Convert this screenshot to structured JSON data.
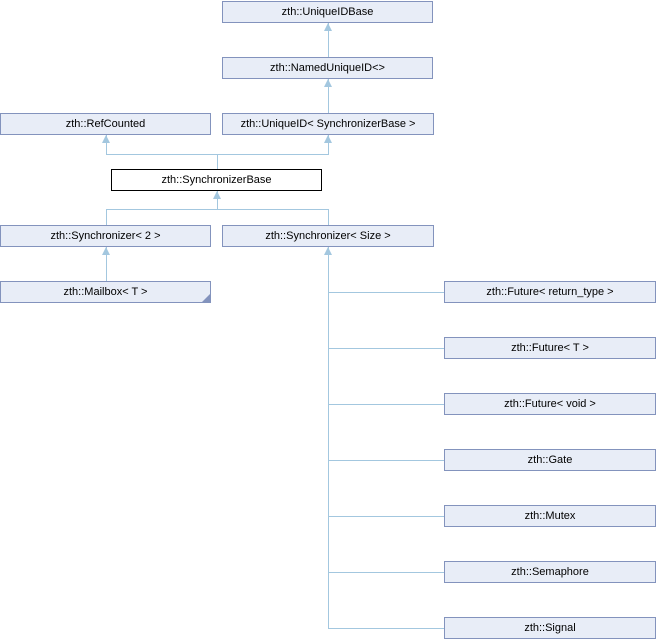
{
  "diagram": {
    "kind": "class-inheritance-graph",
    "colors": {
      "node_fill": "#e8edf7",
      "node_border": "#8393bd",
      "highlight_fill": "#ffffff",
      "highlight_border": "#000000",
      "edge": "#a3c7df",
      "text": "#000000",
      "background": "#ffffff",
      "fold_corner": "#8393bd"
    },
    "nodes": [
      {
        "id": "unique-id-base",
        "label": "zth::UniqueIDBase"
      },
      {
        "id": "named-unique-id",
        "label": "zth::NamedUniqueID<>"
      },
      {
        "id": "ref-counted",
        "label": "zth::RefCounted"
      },
      {
        "id": "unique-id-synchronizer-base",
        "label": "zth::UniqueID< SynchronizerBase >"
      },
      {
        "id": "synchronizer-base",
        "label": "zth::SynchronizerBase",
        "highlighted": true
      },
      {
        "id": "synchronizer-2",
        "label": "zth::Synchronizer< 2 >"
      },
      {
        "id": "synchronizer-size",
        "label": "zth::Synchronizer< Size >"
      },
      {
        "id": "mailbox-t",
        "label": "zth::Mailbox< T >",
        "truncated": true
      },
      {
        "id": "future-return-type",
        "label": "zth::Future< return_type >"
      },
      {
        "id": "future-t",
        "label": "zth::Future< T >"
      },
      {
        "id": "future-void",
        "label": "zth::Future< void >"
      },
      {
        "id": "gate",
        "label": "zth::Gate"
      },
      {
        "id": "mutex",
        "label": "zth::Mutex"
      },
      {
        "id": "semaphore",
        "label": "zth::Semaphore"
      },
      {
        "id": "signal",
        "label": "zth::Signal"
      }
    ],
    "edges": [
      {
        "from": "named-unique-id",
        "to": "unique-id-base"
      },
      {
        "from": "unique-id-synchronizer-base",
        "to": "named-unique-id"
      },
      {
        "from": "synchronizer-base",
        "to": "ref-counted"
      },
      {
        "from": "synchronizer-base",
        "to": "unique-id-synchronizer-base"
      },
      {
        "from": "synchronizer-2",
        "to": "synchronizer-base"
      },
      {
        "from": "synchronizer-size",
        "to": "synchronizer-base"
      },
      {
        "from": "mailbox-t",
        "to": "synchronizer-2"
      },
      {
        "from": "future-return-type",
        "to": "synchronizer-size"
      },
      {
        "from": "future-t",
        "to": "synchronizer-size"
      },
      {
        "from": "future-void",
        "to": "synchronizer-size"
      },
      {
        "from": "gate",
        "to": "synchronizer-size"
      },
      {
        "from": "mutex",
        "to": "synchronizer-size"
      },
      {
        "from": "semaphore",
        "to": "synchronizer-size"
      },
      {
        "from": "signal",
        "to": "synchronizer-size"
      }
    ]
  }
}
